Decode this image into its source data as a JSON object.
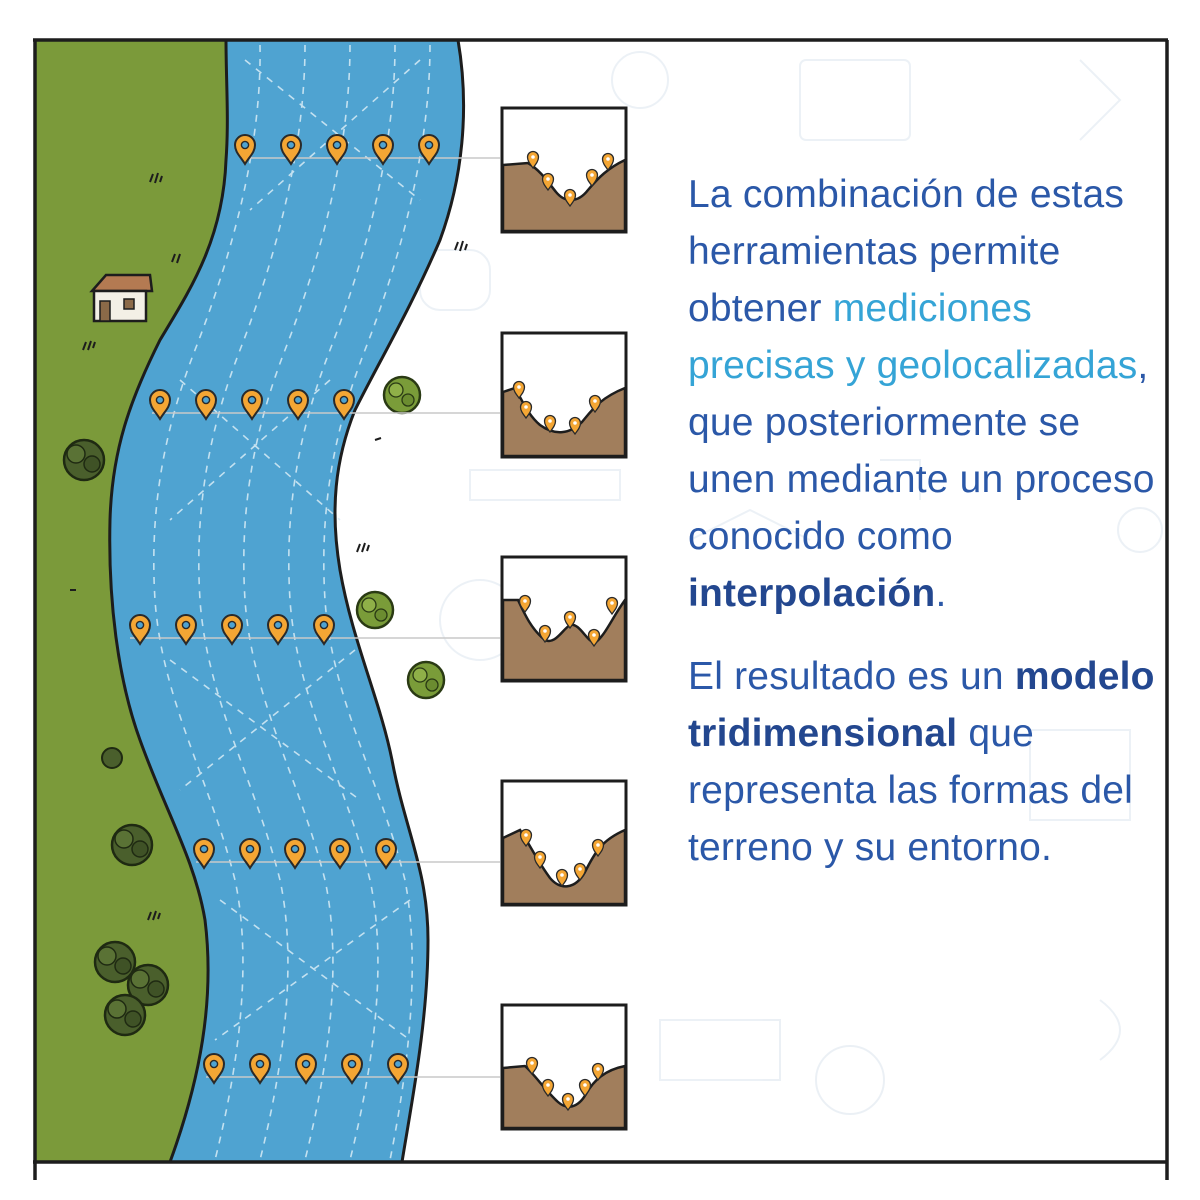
{
  "colors": {
    "bank": "#7b9a3a",
    "river": "#4fa3d1",
    "terrain": "#a17e5c",
    "marker": "#f4a634",
    "text": "#2b58a8",
    "highlight": "#35a4d6",
    "emphasis": "#23478f"
  },
  "icons": [
    "map-pin-icon",
    "house-icon",
    "tree-icon",
    "grass-tuft-icon"
  ],
  "paragraph1": {
    "part1": "La combinación de estas herramientas permite obtener ",
    "highlight": "mediciones precisas y geolocalizadas",
    "part2": ", que posteriormente se unen mediante un proceso conocido como ",
    "bold": "interpolación",
    "part3": "."
  },
  "paragraph2": {
    "part1": "El resultado es un ",
    "bold": "modelo tridimensional",
    "part2": " que representa las formas del terreno y su entorno."
  }
}
